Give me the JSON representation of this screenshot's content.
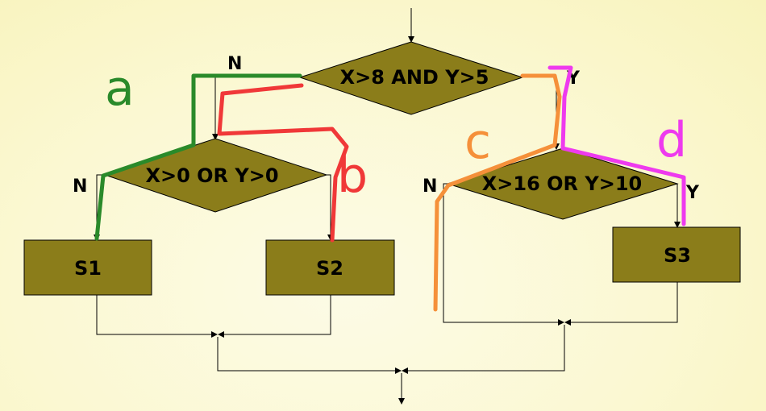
{
  "decisions": {
    "top": "X>8 AND Y>5",
    "left": "X>0 OR Y>0",
    "right": "X>16 OR Y>10"
  },
  "statements": {
    "s1": "S1",
    "s2": "S2",
    "s3": "S3"
  },
  "branches": {
    "top_no": "N",
    "top_yes": "Y",
    "left_no": "N",
    "right_no": "N",
    "right_yes": "Y"
  },
  "annotations": {
    "a": {
      "text": "a",
      "color": "#2a8a2a"
    },
    "b": {
      "text": "b",
      "color": "#f03838"
    },
    "c": {
      "text": "c",
      "color": "#f5903a"
    },
    "d": {
      "text": "d",
      "color": "#ee3aee"
    }
  }
}
